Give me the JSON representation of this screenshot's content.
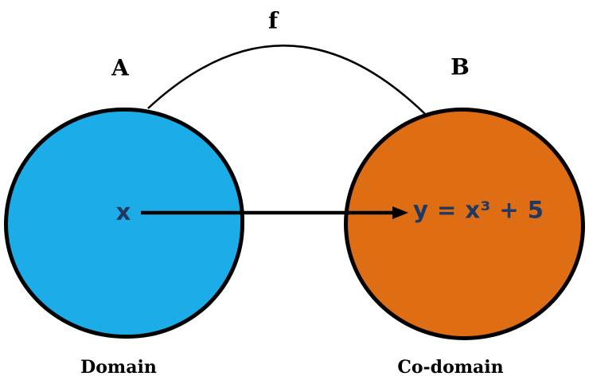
{
  "diagram": {
    "function_label": "f",
    "domain_set": {
      "name_label": "A",
      "caption": "Domain",
      "element_label": "x",
      "fill_color": "#1CACE8"
    },
    "codomain_set": {
      "name_label": "B",
      "caption": "Co-domain",
      "element_label": "y = x³ + 5",
      "fill_color": "#DE6D14"
    },
    "colors": {
      "outline": "#000000",
      "element_text": "#1F3864",
      "caption_text": "#000000",
      "background": "#FFFFFF"
    }
  }
}
